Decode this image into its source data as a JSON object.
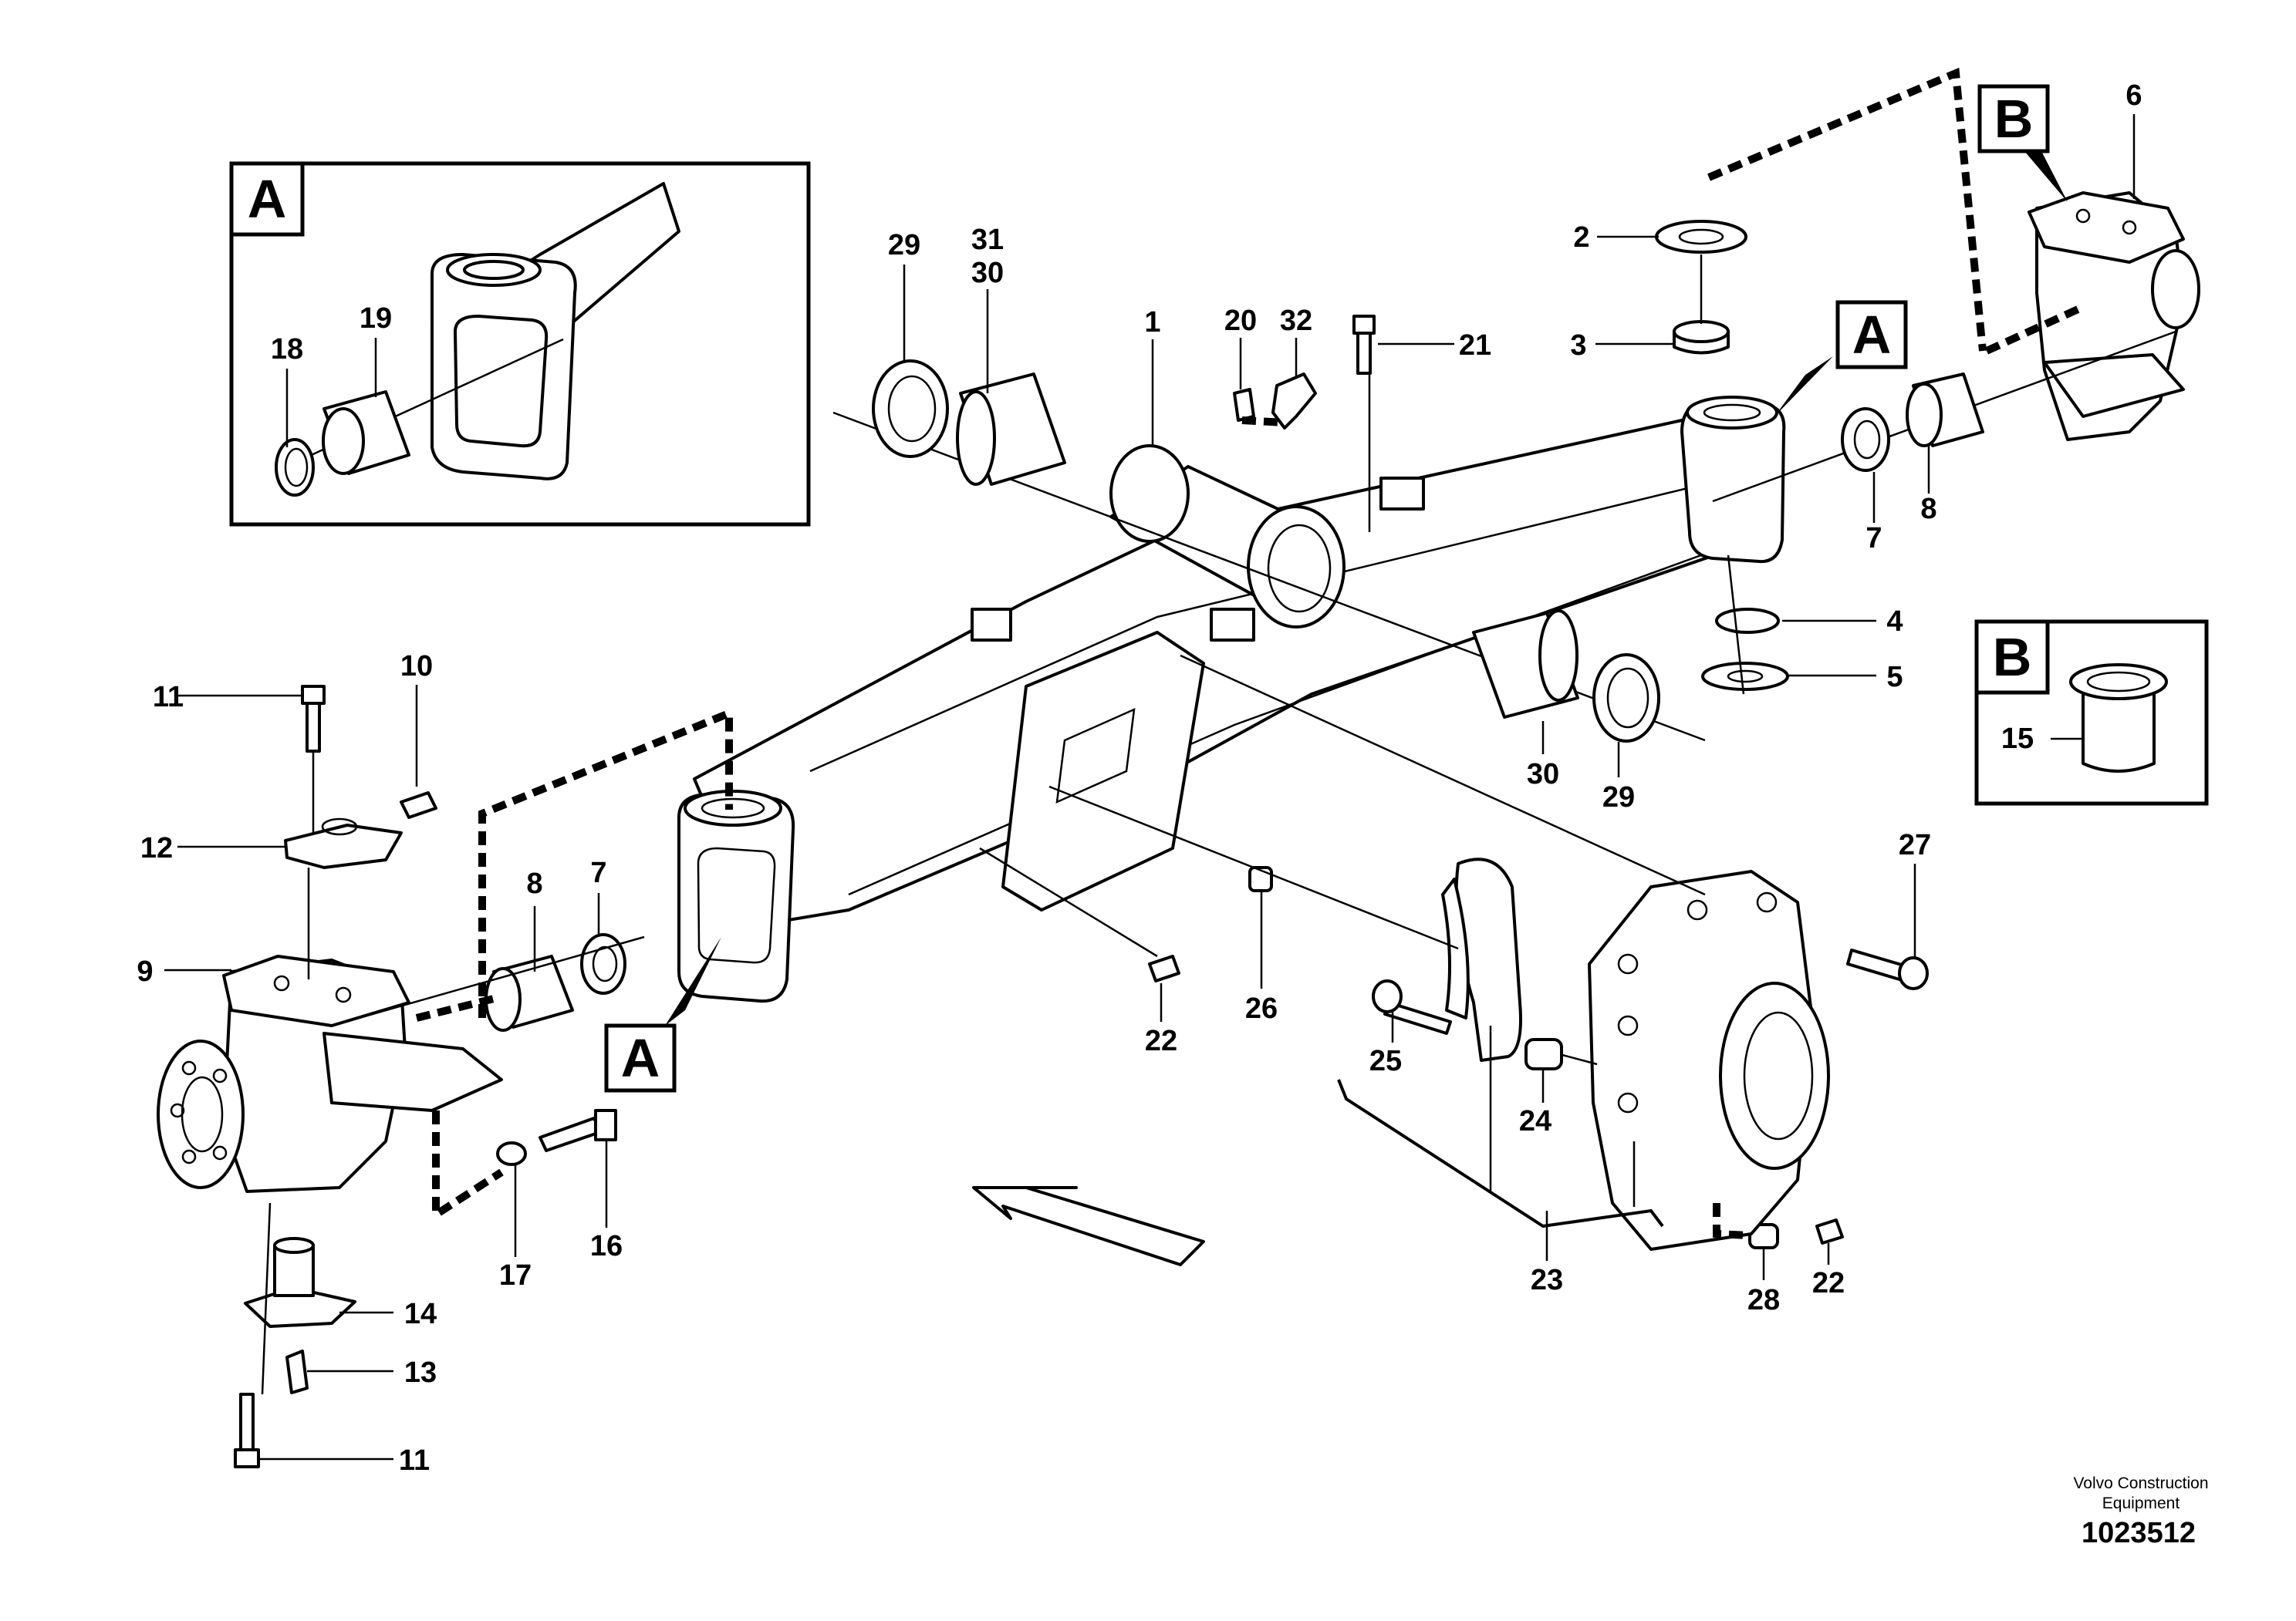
{
  "diagram": {
    "callouts": [
      "1",
      "2",
      "3",
      "4",
      "5",
      "6",
      "7",
      "8",
      "9",
      "10",
      "11",
      "12",
      "13",
      "14",
      "15",
      "16",
      "17",
      "18",
      "19",
      "20",
      "21",
      "22",
      "23",
      "24",
      "25",
      "26",
      "27",
      "28",
      "29",
      "30",
      "31",
      "32"
    ],
    "view_markers": {
      "a": "A",
      "b": "B"
    },
    "credit_line1": "Volvo Construction",
    "credit_line2": "Equipment",
    "document_number": "1023512"
  }
}
